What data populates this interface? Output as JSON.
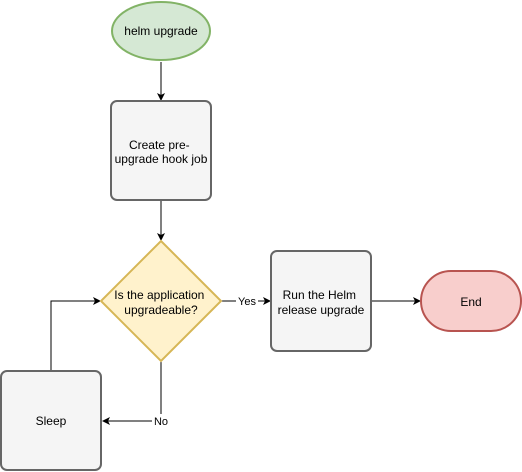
{
  "diagram": {
    "nodes": {
      "start": {
        "label": "helm upgrade",
        "fill": "#d5e8d4",
        "stroke": "#82b366"
      },
      "create_job": {
        "line1": "Create pre-",
        "line2": "upgrade hook job",
        "fill": "#f5f5f5",
        "stroke": "#666666"
      },
      "decision": {
        "line1": "Is the application",
        "line2": "upgradeable?",
        "fill": "#fff2cc",
        "stroke": "#d6b656"
      },
      "run_upgrade": {
        "line1": "Run the Helm",
        "line2": "release upgrade",
        "fill": "#f5f5f5",
        "stroke": "#666666"
      },
      "end": {
        "label": "End",
        "fill": "#f8cecc",
        "stroke": "#b85450"
      },
      "sleep": {
        "label": "Sleep",
        "fill": "#f5f5f5",
        "stroke": "#666666"
      }
    },
    "edges": {
      "yes_label": "Yes",
      "no_label": "No"
    }
  }
}
